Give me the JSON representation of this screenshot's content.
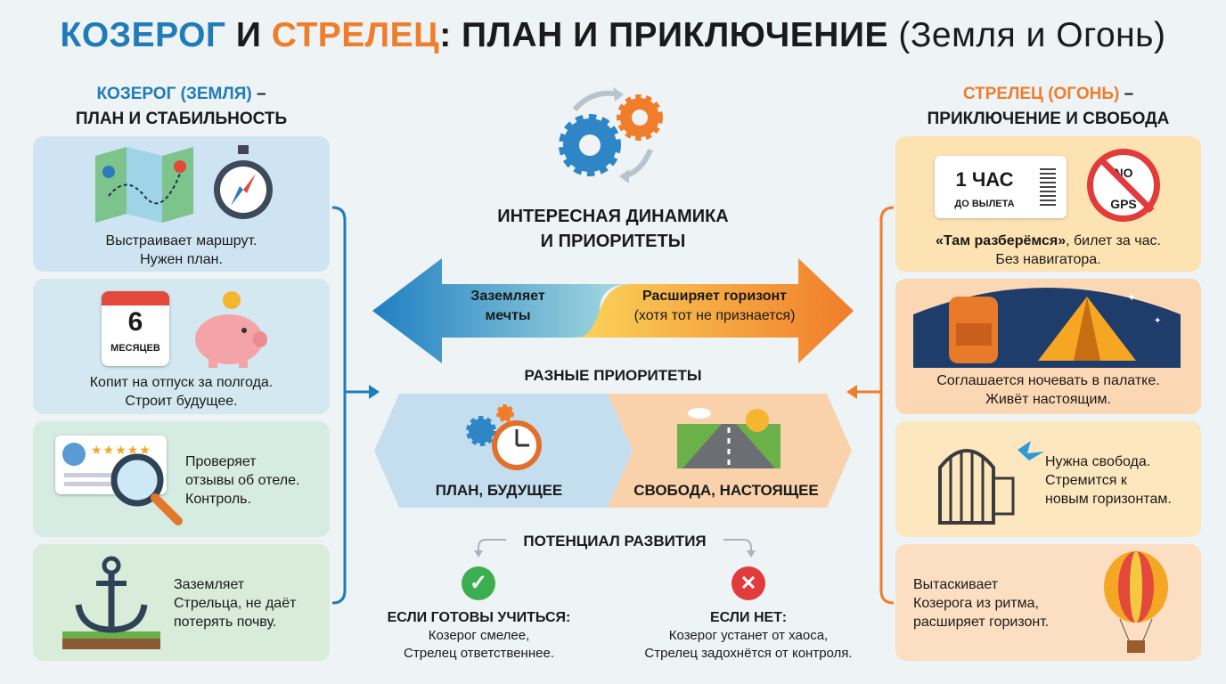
{
  "title": {
    "part1": "КОЗЕРОГ",
    "part2": "И",
    "part3": "СТРЕЛЕЦ",
    "part4": ": ПЛАН И ПРИКЛЮЧЕНИЕ",
    "part5": "(Земля и Огонь)"
  },
  "left": {
    "heading1": "КОЗЕРОГ (ЗЕМЛЯ)",
    "dash": "–",
    "heading2": "ПЛАН И СТАБИЛЬНОСТЬ",
    "cards": [
      {
        "line1": "Выстраивает маршрут.",
        "line2": "Нужен план."
      },
      {
        "line1": "Копит на отпуск за полгода.",
        "line2": "Строит будущее.",
        "calendar_number": "6",
        "calendar_label": "МЕСЯЦЕВ"
      },
      {
        "line1": "Проверяет",
        "line2": "отзывы об отеле.",
        "line3": "Контроль.",
        "stars": "★★★★★"
      },
      {
        "line1": "Заземляет",
        "line2": "Стрельца, не даёт",
        "line3": "потерять почву."
      }
    ]
  },
  "right": {
    "heading1": "СТРЕЛЕЦ (ОГОНЬ)",
    "dash": "–",
    "heading2": "ПРИКЛЮЧЕНИЕ И СВОБОДА",
    "cards": [
      {
        "bold": "«Там разберёмся»",
        "line1": ", билет за час.",
        "line2": "Без навигатора.",
        "ticket_big": "1 ЧАС",
        "ticket_small": "ДО ВЫЛЕТА",
        "no_gps_top": "NO",
        "no_gps_bottom": "GPS"
      },
      {
        "line1": "Соглашается ночевать в палатке.",
        "line2": "Живёт настоящим."
      },
      {
        "line1": "Нужна свобода.",
        "line2": "Стремится к",
        "line3": "новым горизонтам."
      },
      {
        "line1": "Вытаскивает",
        "line2": "Козерога из ритма,",
        "line3": "расширяет горизонт."
      }
    ]
  },
  "center": {
    "dynamics_line1": "ИНТЕРЕСНАЯ ДИНАМИКА",
    "dynamics_line2": "И ПРИОРИТЕТЫ",
    "arrow_left_line1": "Заземляет",
    "arrow_left_line2": "мечты",
    "arrow_right_line1": "Расширяет горизонт",
    "arrow_right_line2": "(хотя тот не признается)",
    "priorities_title": "РАЗНЫЕ ПРИОРИТЕТЫ",
    "priority_left": "ПЛАН, БУДУЩЕЕ",
    "priority_right": "СВОБОДА, НАСТОЯЩЕЕ",
    "potential_title": "ПОТЕНЦИАЛ РАЗВИТИЯ",
    "yes_title": "ЕСЛИ ГОТОВЫ УЧИТЬСЯ:",
    "yes_line1": "Козерог смелее,",
    "yes_line2": "Стрелец ответственнее.",
    "no_title": "ЕСЛИ НЕТ:",
    "no_line1": "Козерог устанет от хаоса,",
    "no_line2": "Стрелец задохнётся от контроля."
  },
  "colors": {
    "blue": "#1d7cb9",
    "orange": "#f07d2a",
    "green": "#3dae4f",
    "red": "#e23b3b"
  }
}
